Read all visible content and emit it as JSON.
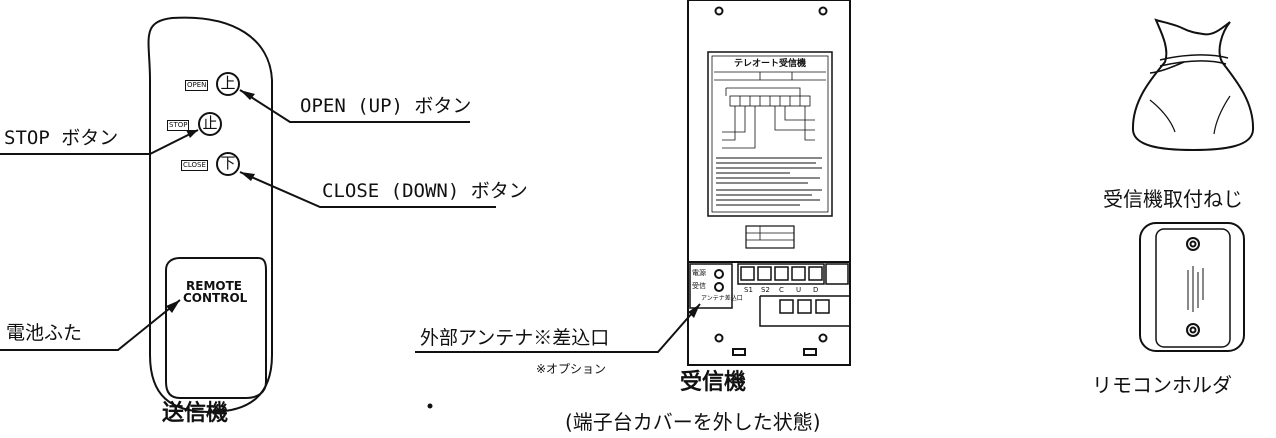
{
  "transmitter": {
    "caption": "送信機",
    "buttons": {
      "open_tag": "OPEN",
      "open_glyph": "上",
      "stop_tag": "STOP",
      "stop_glyph": "止",
      "close_tag": "CLOSE",
      "close_glyph": "下"
    },
    "battery_cover_text_1": "REMOTE",
    "battery_cover_text_2": "CONTROL",
    "callouts": {
      "open": "OPEN (UP) ボタン",
      "stop": "STOP ボタン",
      "close": "CLOSE (DOWN) ボタン",
      "battery": "電池ふた"
    }
  },
  "receiver": {
    "caption": "受信機",
    "subcaption": "(端子台カバーを外した状態)",
    "label_title": "テレオート受信機",
    "antenna_callout": "外部アンテナ※差込口",
    "antenna_note": "※オプション",
    "indicators": [
      "電源",
      "受信"
    ],
    "terminal_labels": [
      "S1",
      "S2",
      "C",
      "U",
      "D"
    ],
    "antenna_port_label": "アンテナ差込口"
  },
  "accessories": {
    "screw_bag": "受信機取付ねじ",
    "holder": "リモコンホルダ"
  }
}
